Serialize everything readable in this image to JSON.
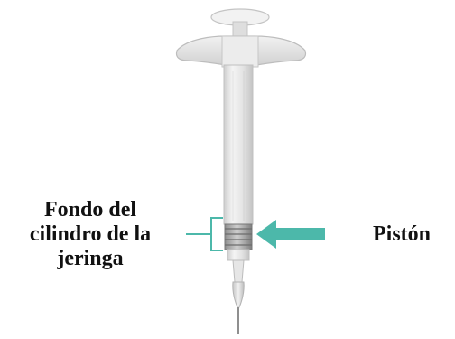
{
  "labels": {
    "left_lines": [
      "Fondo del",
      "cilindro de la",
      "jeringa"
    ],
    "right": "Pistón"
  },
  "colors": {
    "accent": "#4cb8aa",
    "syringe_light": "#eeeeee",
    "syringe_mid": "#d6d6d6",
    "syringe_dark": "#b5b5b5",
    "text": "#111111"
  }
}
